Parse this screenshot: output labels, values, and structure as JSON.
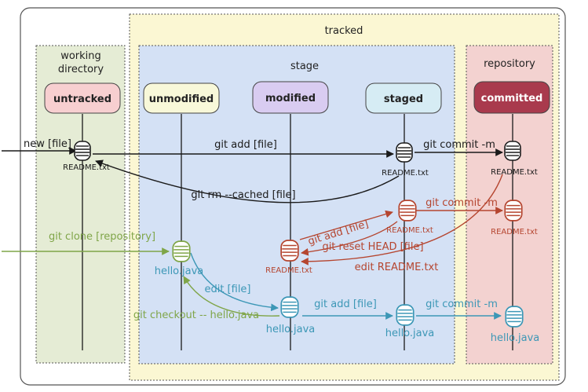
{
  "regions": {
    "tracked": "tracked",
    "working": [
      "working",
      "directory"
    ],
    "stage": "stage",
    "repository": "repository"
  },
  "states": {
    "untracked": "untracked",
    "unmodified": "unmodified",
    "modified": "modified",
    "staged": "staged",
    "committed": "committed"
  },
  "files": {
    "readme": "README.txt",
    "hello": "hello.java"
  },
  "actions": {
    "new_file": "new [file]",
    "git_add_1": "git add [file]",
    "git_commit_1": "git commit -m",
    "git_rm_cached": "git rm --cached [file]",
    "git_add_2": "git add [file]",
    "git_commit_2": "git commit -m",
    "git_reset_head": "git reset HEAD [file]",
    "edit_readme": "edit README.txt",
    "git_clone": "git clone [repository]",
    "edit_file": "edit [file]",
    "git_add_3": "git add [file]",
    "git_commit_3": "git commit -m",
    "git_checkout": "git checkout -- hello.java"
  },
  "colors": {
    "black": "#1a1a1a",
    "red": "#b5452f",
    "green": "#7fa548",
    "teal": "#3c97b6",
    "tracked_bg": "#fbf7d3",
    "working_bg": "#e5ecd5",
    "stage_bg": "#d4e1f5",
    "repo_bg": "#f3d2d0",
    "untracked_pill": "#f7cfd0",
    "unmodified_pill": "#f8f8d9",
    "modified_pill": "#d9ccf1",
    "staged_pill": "#d6ecf4",
    "committed_pill": "#a93a4d"
  }
}
